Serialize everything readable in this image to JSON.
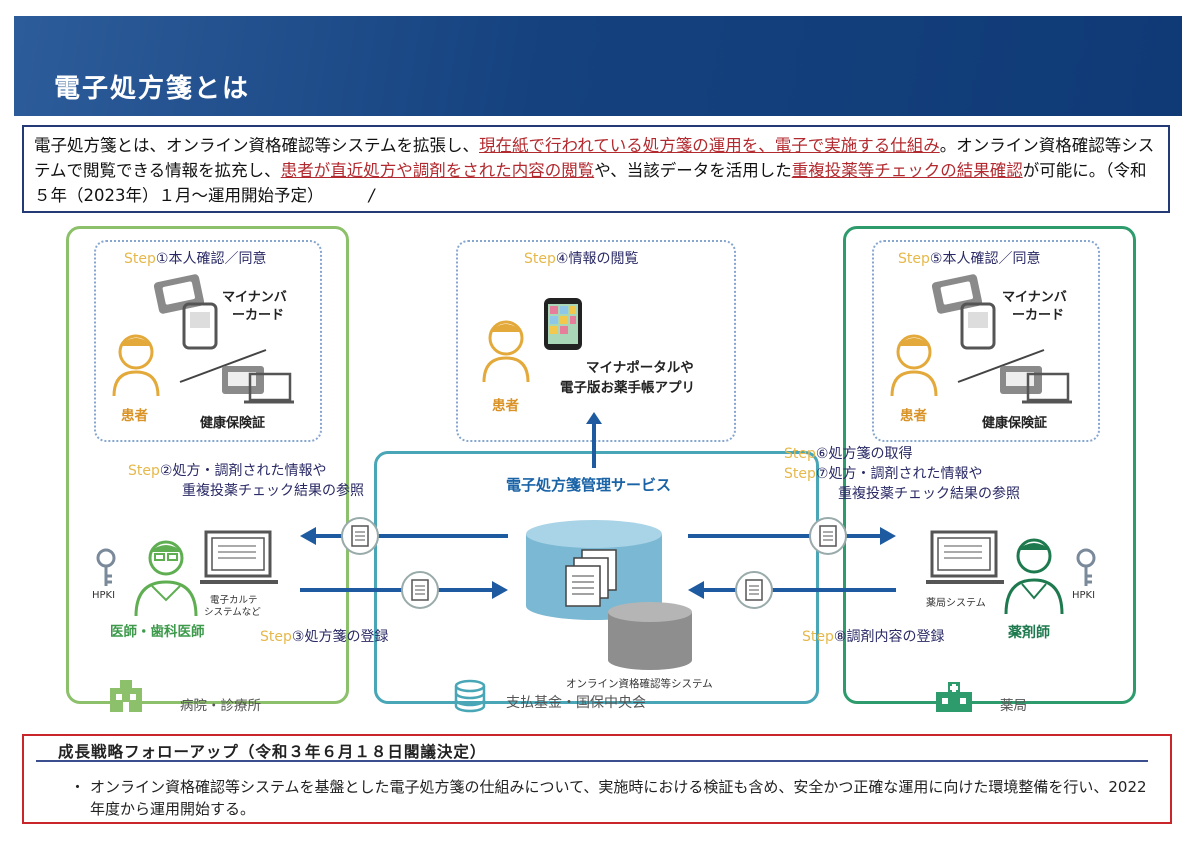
{
  "title": "電子処方箋とは",
  "intro": {
    "p1": "電子処方箋とは、オンライン資格確認等システムを拡張し、",
    "u1": "現在紙で行われている処方箋の運用を、電子で実施する仕組み",
    "p2": "。オンライン資格確認等システムで閲覧できる情報を拡充し、",
    "u2": "患者が直近処方や調剤をされた内容の閲覧",
    "p3": "や、当該データを活用した",
    "u3": "重複投薬等チェックの結果確認",
    "p4": "が可能に。（令和５年（2023年）１月～運用開始予定）",
    "mark": "/"
  },
  "left": {
    "step_prefix": "Step",
    "step1": "①本人確認／同意",
    "card_label_1": "マイナンバ",
    "card_label_2": "ーカード",
    "patient": "患者",
    "insurance": "健康保険証",
    "step2_prefix": "Step",
    "step2_line1": "②処方・調剤された情報や",
    "step2_line2": "重複投薬チェック結果の参照",
    "hpki": "HPKI",
    "ekarte_1": "電子カルテ",
    "ekarte_2": "システムなど",
    "doctor": "医師・歯科医師",
    "step3_prefix": "Step",
    "step3": "③処方箋の登録",
    "place": "病院・診療所"
  },
  "center": {
    "step4_prefix": "Step",
    "step4": "④情報の閲覧",
    "portal_1": "マイナポータルや",
    "portal_2": "電子版お薬手帳アプリ",
    "patient": "患者",
    "service": "電子処方箋管理サービス",
    "onshi": "オンライン資格確認等システム",
    "place": "支払基金・国保中央会"
  },
  "right": {
    "step5_prefix": "Step",
    "step5": "⑤本人確認／同意",
    "card_label_1": "マイナンバ",
    "card_label_2": "ーカード",
    "patient": "患者",
    "insurance": "健康保険証",
    "step6_prefix": "Step",
    "step6": "⑥処方箋の取得",
    "step7_prefix": "Step",
    "step7_line1": "⑦処方・調剤された情報や",
    "step7_line2": "重複投薬チェック結果の参照",
    "pharmacy_sys": "薬局システム",
    "hpki": "HPKI",
    "pharmacist": "薬剤師",
    "step8_prefix": "Step",
    "step8": "⑧調剤内容の登録",
    "place": "薬局"
  },
  "followup": {
    "heading": "成長戦略フォローアップ（令和３年６月１８日閣議決定）",
    "bullet": "・",
    "text": "オンライン資格確認等システムを基盤とした電子処方箋の仕組みについて、実施時における検証も含め、安全かつ正確な運用に向けた環境整備を行い、2022年度から運用開始する。"
  },
  "colors": {
    "title_bg": "#15427f",
    "underline_red": "#b22a2f",
    "left_panel": "#8dc06a",
    "right_panel": "#2e9b6c",
    "center_panel": "#48a6b6",
    "step_yellow": "#e6b84a",
    "arrow_blue": "#1e5aa0",
    "followup_border": "#c9262c"
  },
  "icons": [
    "id-card-icon",
    "laptop-icon",
    "patient-icon",
    "smartphone-icon",
    "database-icon",
    "document-icon",
    "key-icon",
    "doctor-icon",
    "pharmacist-icon",
    "hospital-icon",
    "pharmacy-icon",
    "arrow-icon"
  ]
}
